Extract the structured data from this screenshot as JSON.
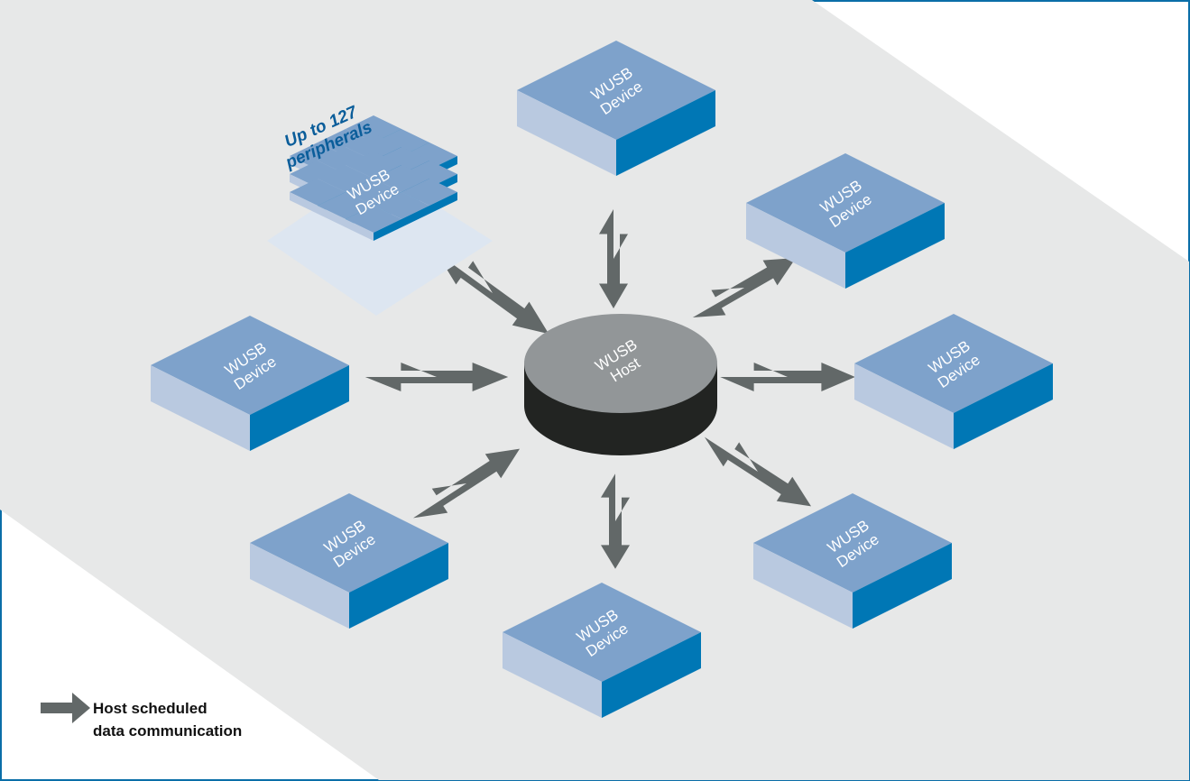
{
  "host": {
    "line1": "WUSB",
    "line2": "Host"
  },
  "devices": [
    {
      "line1": "WUSB",
      "line2": "Device"
    },
    {
      "line1": "WUSB",
      "line2": "Device"
    },
    {
      "line1": "WUSB",
      "line2": "Device"
    },
    {
      "line1": "WUSB",
      "line2": "Device"
    },
    {
      "line1": "WUSB",
      "line2": "Device"
    },
    {
      "line1": "WUSB",
      "line2": "Device"
    },
    {
      "line1": "WUSB",
      "line2": "Device"
    }
  ],
  "stack": {
    "line1": "WUSB",
    "line2": "Device",
    "caption_line1": "Up to 127",
    "caption_line2": "peripherals"
  },
  "legend": {
    "line1": "Host scheduled",
    "line2": "data communication",
    "icon": "arrow-right-icon"
  },
  "colors": {
    "frame": "#0a6ea8",
    "band": "#e7e8e8",
    "device_top": "#7ea2cb",
    "device_left": "#b9c9e0",
    "device_right": "#0077b5",
    "host_top": "#929698",
    "host_side": "#222422",
    "arrow": "#626868"
  }
}
